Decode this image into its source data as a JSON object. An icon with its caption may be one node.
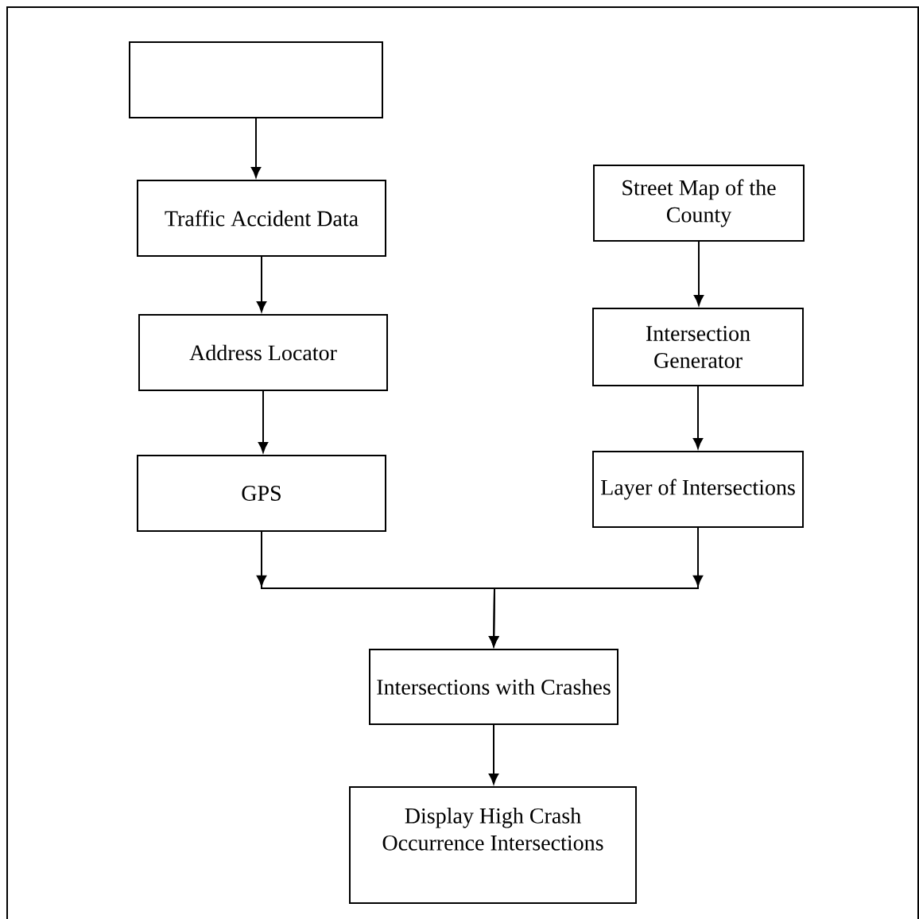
{
  "diagram": {
    "nodes": [
      {
        "text": [],
        "shape": "box"
      },
      {
        "text": [
          "Traffic Accident Data"
        ]
      },
      {
        "text": [
          "Address Locator"
        ]
      },
      {
        "text": [
          "GPS"
        ]
      },
      {
        "text": [
          "Street Map of the County"
        ]
      },
      {
        "text": [
          "Intersection Generator"
        ]
      },
      {
        "text": [
          "Layer of Intersections"
        ]
      },
      {
        "text": [
          "Intersections with Crashes"
        ]
      },
      {
        "text": [
          "Display High Crash Occurrence Intersections"
        ]
      }
    ],
    "edges": [
      {
        "from": 0,
        "to": 1,
        "arrow": "to"
      },
      {
        "from": 1,
        "to": 2,
        "arrow": "to"
      },
      {
        "from": 2,
        "to": 3,
        "arrow": "to"
      },
      {
        "from": 4,
        "to": 5,
        "arrow": "to"
      },
      {
        "from": 5,
        "to": 6,
        "arrow": "to"
      },
      {
        "from": 3,
        "to": 7,
        "arrow": "to"
      },
      {
        "from": 6,
        "to": 7,
        "arrow": "to"
      },
      {
        "from": 7,
        "to": 8,
        "arrow": "to"
      }
    ]
  }
}
